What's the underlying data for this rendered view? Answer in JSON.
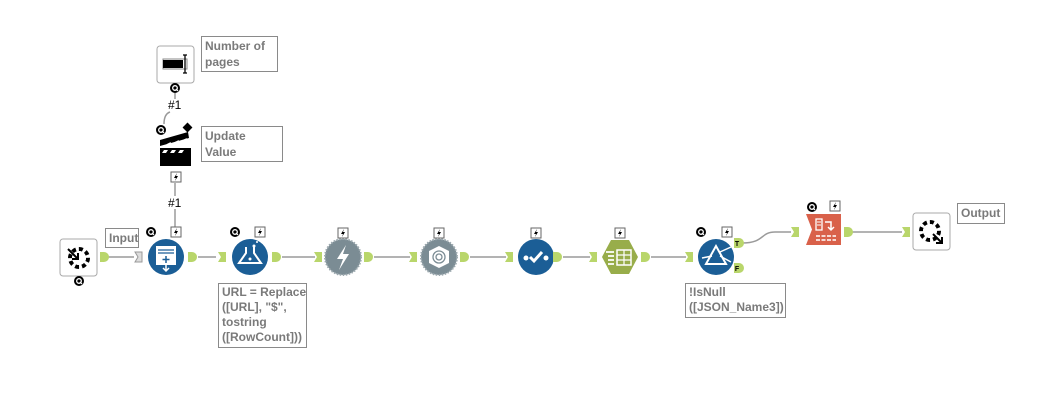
{
  "canvas": {
    "annotations": {
      "number_of_pages": "Number of pages",
      "update_value": "Update Value",
      "input": "Input",
      "formula": "URL = Replace\n([URL], \"$\",\ntostring\n([RowCount]))",
      "filter": "!IsNull\n([JSON_Name3])",
      "output": "Output"
    },
    "connection_labels": {
      "first": "#1",
      "second": "#1"
    },
    "anchor_labels": {
      "true": "T",
      "false": "F"
    },
    "tools": [
      {
        "name": "numeric-updown",
        "icon": "numeric-updown-icon"
      },
      {
        "name": "action",
        "icon": "clapperboard-icon"
      },
      {
        "name": "macro-input",
        "icon": "macro-input-icon"
      },
      {
        "name": "generate-rows",
        "icon": "generate-rows-icon"
      },
      {
        "name": "formula",
        "icon": "flask-icon"
      },
      {
        "name": "download",
        "icon": "lightning-icon"
      },
      {
        "name": "json-parse",
        "icon": "spiral-gear-icon"
      },
      {
        "name": "text-to-columns",
        "icon": "check-dots-icon"
      },
      {
        "name": "cross-tab",
        "icon": "table-icon"
      },
      {
        "name": "filter",
        "icon": "filter-prism-icon"
      },
      {
        "name": "transpose",
        "icon": "transpose-icon"
      },
      {
        "name": "macro-output",
        "icon": "macro-output-icon"
      }
    ],
    "colors": {
      "blue": "#1b5e96",
      "gray": "#7b8c94",
      "green": "#98ad4a",
      "red": "#d9614a",
      "anchor": "#b9d66b",
      "line": "#9a9a9a"
    }
  }
}
